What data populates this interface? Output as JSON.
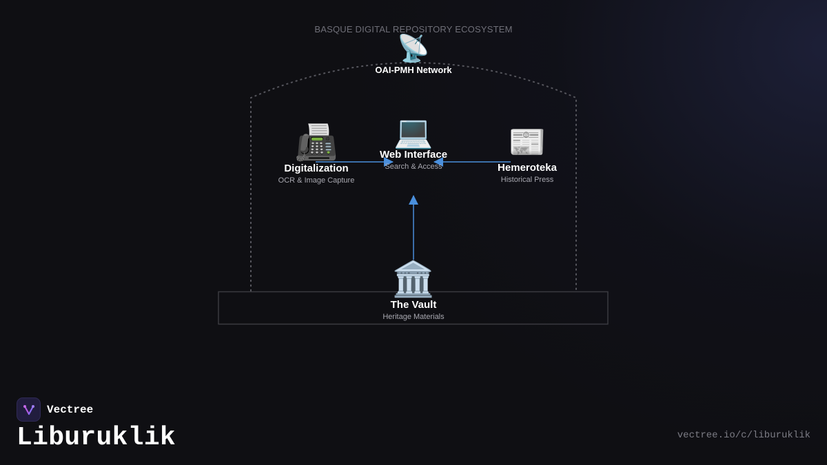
{
  "diagram": {
    "title": "BASQUE DIGITAL REPOSITORY ECOSYSTEM",
    "nodes": {
      "network": {
        "icon": "📡",
        "icon_name": "satellite-antenna-icon",
        "label": "OAI-PMH Network"
      },
      "web": {
        "icon": "💻",
        "icon_name": "laptop-icon",
        "label": "Web Interface",
        "sub": "Search & Access"
      },
      "digitalization": {
        "icon": "📠",
        "icon_name": "fax-machine-icon",
        "label": "Digitalization",
        "sub": "OCR & Image Capture"
      },
      "hemeroteka": {
        "icon": "📰",
        "icon_name": "newspaper-icon",
        "label": "Hemeroteka",
        "sub": "Historical Press"
      },
      "vault": {
        "icon": "🏛️",
        "icon_name": "classical-building-icon",
        "label": "The Vault",
        "sub": "Heritage Materials"
      }
    },
    "edges": [
      {
        "from": "digitalization",
        "to": "web"
      },
      {
        "from": "hemeroteka",
        "to": "web"
      },
      {
        "from": "vault",
        "to": "web"
      }
    ],
    "colors": {
      "arrow": "#4a8fdc",
      "boundary": "#55555c",
      "foundation": "#3a3a40"
    }
  },
  "footer": {
    "brand_name": "Vectree",
    "title": "Liburuklik",
    "url": "vectree.io/c/liburuklik",
    "logo_icon": "vectree-logo-icon"
  }
}
